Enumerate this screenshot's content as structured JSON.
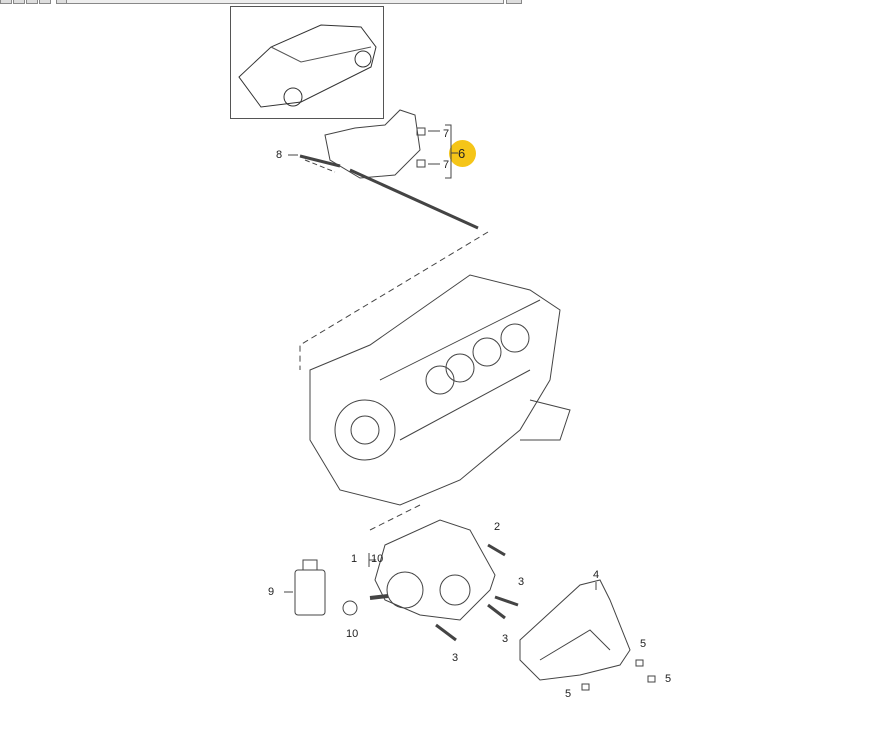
{
  "labels": {
    "l1": "1",
    "l2": "2",
    "l3a": "3",
    "l3b": "3",
    "l3c": "3",
    "l4": "4",
    "l5a": "5",
    "l5b": "5",
    "l5c": "5",
    "l6": "6",
    "l7a": "7",
    "l7b": "7",
    "l8": "8",
    "l9": "9",
    "l10a": "10",
    "l10b": "10"
  },
  "highlight_color": "#f5c518"
}
